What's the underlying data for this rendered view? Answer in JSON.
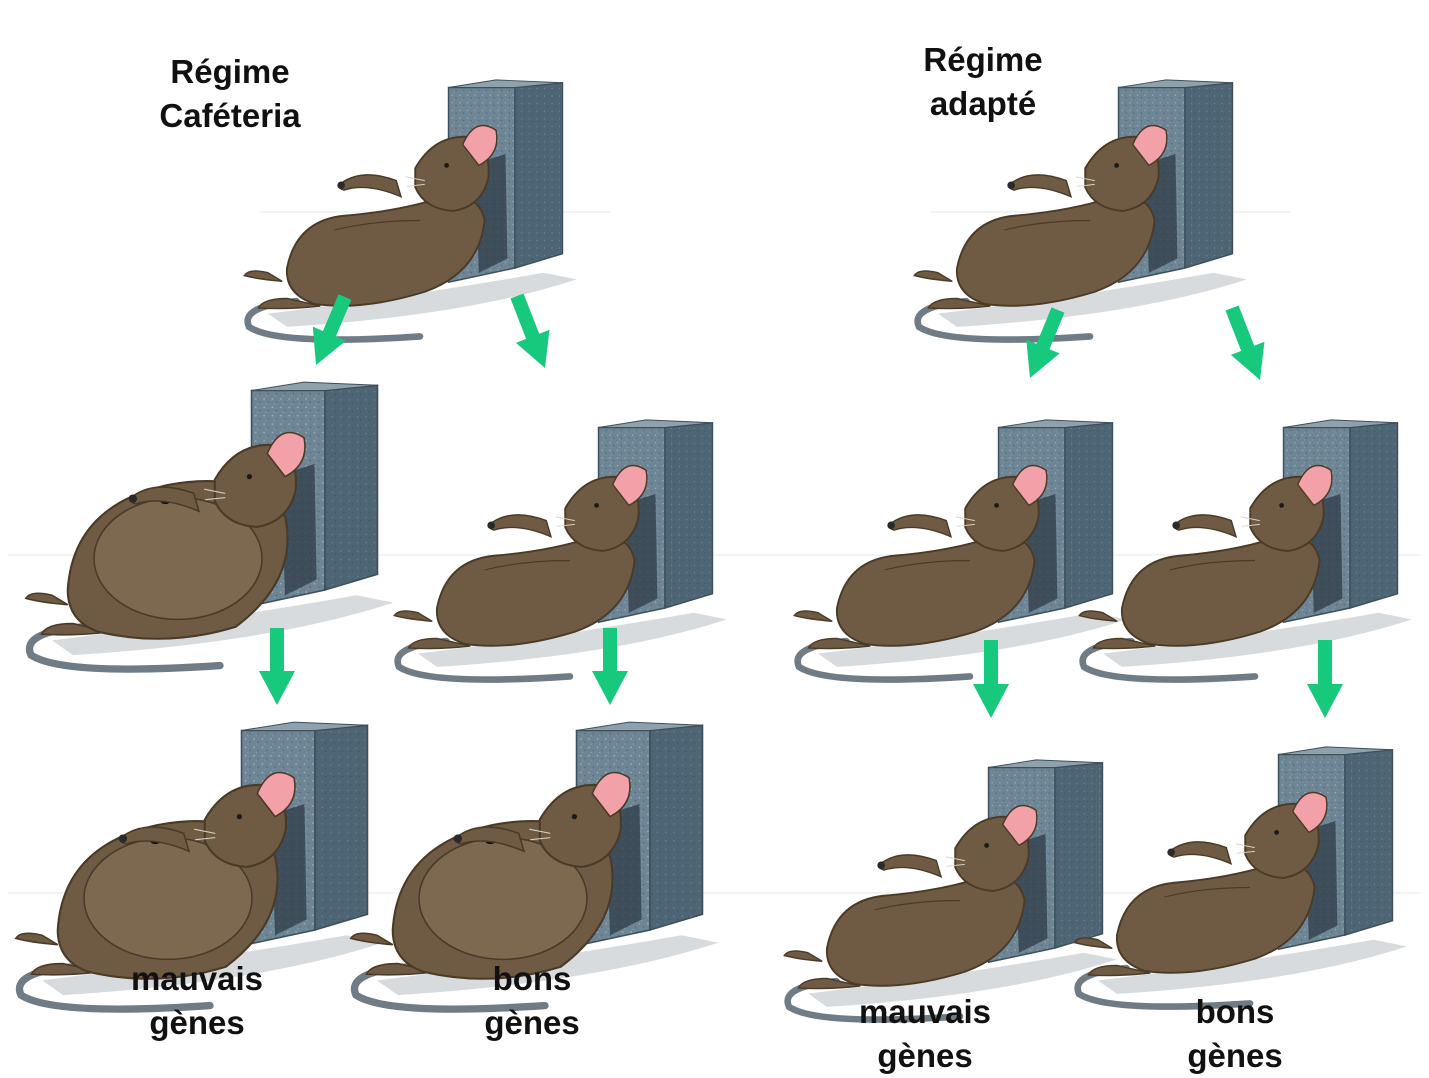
{
  "colors": {
    "arrow": "#17c97c",
    "rat_body": "#6f5b43",
    "rat_belly": "#7d6850",
    "rat_outline": "#4a3a28",
    "ear": "#f3a1a8",
    "tail": "#6f7c85",
    "box_front": "#6d8594",
    "box_side": "#4d6575",
    "box_top": "#8ea2ae",
    "shadow": "#c7ccd0"
  },
  "left_group": {
    "diet_line1": "Régime",
    "diet_line2": "Caféteria",
    "bad_line1": "mauvais",
    "bad_line2": "gènes",
    "good_line1": "bons",
    "good_line2": "gènes"
  },
  "right_group": {
    "diet_line1": "Régime",
    "diet_line2": "adapté",
    "bad_line1": "mauvais",
    "bad_line2": "gènes",
    "good_line1": "bons",
    "good_line2": "gènes"
  },
  "rats": [
    {
      "id": "left-parent",
      "fat": false
    },
    {
      "id": "left-bad-gen1",
      "fat": true
    },
    {
      "id": "left-good-gen1",
      "fat": false
    },
    {
      "id": "left-bad-gen2",
      "fat": true
    },
    {
      "id": "left-good-gen2",
      "fat": true
    },
    {
      "id": "right-parent",
      "fat": false
    },
    {
      "id": "right-bad-gen1",
      "fat": false
    },
    {
      "id": "right-good-gen1",
      "fat": false
    },
    {
      "id": "right-bad-gen2",
      "fat": false
    },
    {
      "id": "right-good-gen2",
      "fat": false
    }
  ],
  "arrows": [
    {
      "id": "left-parent-to-bad",
      "direction": "down-left"
    },
    {
      "id": "left-parent-to-good",
      "direction": "down-right"
    },
    {
      "id": "left-bad-gen1-to-gen2",
      "direction": "down"
    },
    {
      "id": "left-good-gen1-to-gen2",
      "direction": "down"
    },
    {
      "id": "right-parent-to-bad",
      "direction": "down-left"
    },
    {
      "id": "right-parent-to-good",
      "direction": "down-right"
    },
    {
      "id": "right-bad-gen1-to-gen2",
      "direction": "down"
    },
    {
      "id": "right-good-gen1-to-gen2",
      "direction": "down"
    }
  ]
}
